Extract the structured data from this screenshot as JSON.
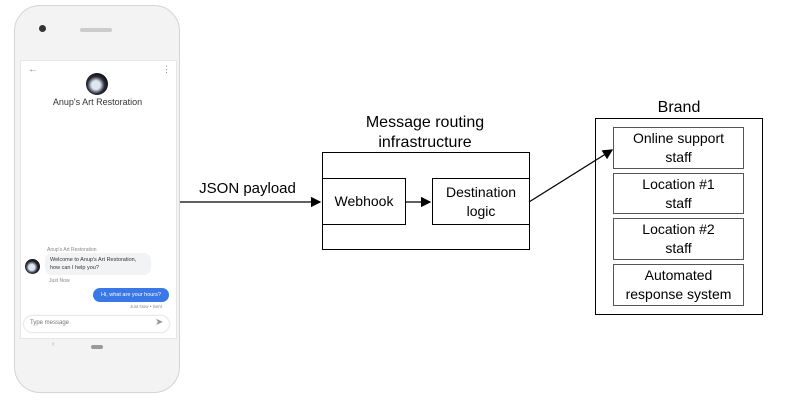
{
  "phone": {
    "business_name": "Anup's Art Restoration",
    "sender_label": "Anup's Art Restoration",
    "incoming_message": "Welcome to Anup's Art Restoration, how can I help you?",
    "incoming_time": "Just Now",
    "outgoing_message": "Hi, what are your hours?",
    "outgoing_status": "Just Now • Sent",
    "input_placeholder": "Type message",
    "accent_color": "#3b78e7"
  },
  "arrows": {
    "json_payload_label": "JSON payload"
  },
  "infrastructure": {
    "title": "Message routing\ninfrastructure",
    "webhook": "Webhook",
    "destination_logic": "Destination\nlogic"
  },
  "brand": {
    "title": "Brand",
    "items": [
      "Online support\nstaff",
      "Location #1\nstaff",
      "Location #2\nstaff",
      "Automated\nresponse system"
    ]
  }
}
